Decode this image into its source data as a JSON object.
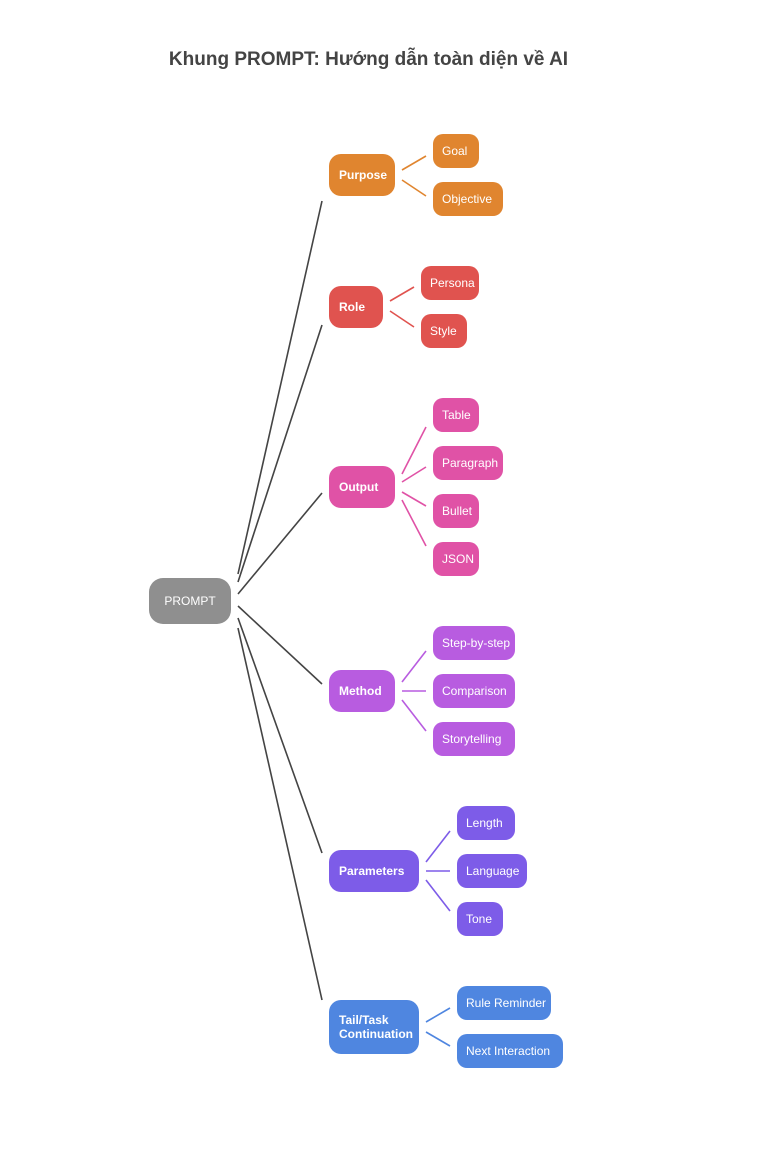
{
  "title": "Khung PROMPT: Hướng dẫn toàn diện về AI",
  "root": "PROMPT",
  "colors": {
    "root": "#8f8f8f",
    "purpose": "#e0852f",
    "role": "#e0534f",
    "output": "#e052a6",
    "method": "#b85ce0",
    "parameters": "#7d5ce8",
    "tail": "#4f86e0",
    "edge": "#444444"
  },
  "categories": [
    {
      "key": "purpose",
      "label": "Purpose",
      "children": [
        "Goal",
        "Objective"
      ]
    },
    {
      "key": "role",
      "label": "Role",
      "children": [
        "Persona",
        "Style"
      ]
    },
    {
      "key": "output",
      "label": "Output",
      "children": [
        "Table",
        "Paragraph",
        "Bullet",
        "JSON"
      ]
    },
    {
      "key": "method",
      "label": "Method",
      "children": [
        "Step-by-step",
        "Comparison",
        "Storytelling"
      ]
    },
    {
      "key": "parameters",
      "label": "Parameters",
      "children": [
        "Length",
        "Language",
        "Tone"
      ]
    },
    {
      "key": "tail",
      "label": "Tail/Task Continuation",
      "children": [
        "Rule Reminder",
        "Next Interaction"
      ]
    }
  ]
}
